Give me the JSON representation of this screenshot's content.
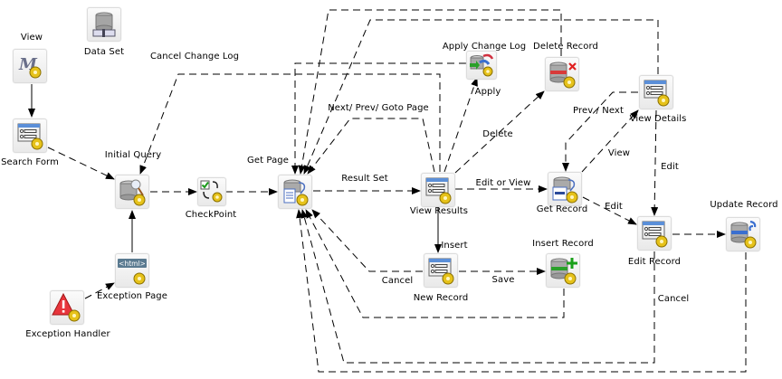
{
  "diagram": {
    "type": "page-flow",
    "nodes": [
      {
        "id": "view",
        "label": "View",
        "icon": "view-icon"
      },
      {
        "id": "data_set",
        "label": "Data Set",
        "icon": "dataset-icon"
      },
      {
        "id": "search_form",
        "label": "Search Form",
        "icon": "form-icon"
      },
      {
        "id": "initial_query",
        "label": "Initial Query",
        "icon": "query-icon"
      },
      {
        "id": "checkpoint",
        "label": "CheckPoint",
        "icon": "checkpoint-icon"
      },
      {
        "id": "get_page",
        "label": "Get Page",
        "icon": "get-page-icon"
      },
      {
        "id": "view_results",
        "label": "View Results",
        "icon": "form-icon"
      },
      {
        "id": "new_record",
        "label": "New Record",
        "icon": "form-icon"
      },
      {
        "id": "insert_record",
        "label": "Insert Record",
        "icon": "insert-record-icon"
      },
      {
        "id": "get_record",
        "label": "Get Record",
        "icon": "get-record-icon"
      },
      {
        "id": "apply_change_log",
        "label": "Apply Change Log",
        "icon": "apply-change-log-icon"
      },
      {
        "id": "delete_record",
        "label": "Delete Record",
        "icon": "delete-record-icon"
      },
      {
        "id": "view_details",
        "label": "View Details",
        "icon": "form-icon"
      },
      {
        "id": "edit_record",
        "label": "Edit Record",
        "icon": "form-icon"
      },
      {
        "id": "update_record",
        "label": "Update Record",
        "icon": "update-record-icon"
      },
      {
        "id": "exception_page",
        "label": "Exception Page",
        "icon": "html-page-icon"
      },
      {
        "id": "exception_handler",
        "label": "Exception Handler",
        "icon": "warning-icon"
      }
    ],
    "edge_labels": {
      "cancel_change_log": "Cancel Change Log",
      "next_prev_goto": "Next/ Prev/ Goto Page",
      "result_set": "Result Set",
      "apply": "Apply",
      "delete": "Delete",
      "edit_or_view": "Edit or View",
      "prev_next": "Prev / Next",
      "view": "View",
      "edit_vd": "Edit",
      "edit_gr": "Edit",
      "insert": "Insert",
      "save": "Save",
      "cancel_new": "Cancel",
      "cancel_edit": "Cancel"
    },
    "edges": [
      {
        "from": "view",
        "to": "search_form",
        "style": "solid"
      },
      {
        "from": "search_form",
        "to": "initial_query",
        "style": "dashed"
      },
      {
        "from": "exception_handler",
        "to": "exception_page",
        "style": "dashed"
      },
      {
        "from": "exception_page",
        "to": "initial_query",
        "style": "solid"
      },
      {
        "from": "initial_query",
        "to": "checkpoint",
        "style": "dashed"
      },
      {
        "from": "checkpoint",
        "to": "get_page",
        "style": "dashed"
      },
      {
        "from": "get_page",
        "to": "view_results",
        "label": "Result Set",
        "style": "dashed"
      },
      {
        "from": "view_results",
        "to": "initial_query",
        "label": "Cancel Change Log",
        "style": "dashed"
      },
      {
        "from": "view_results",
        "to": "get_page",
        "label": "Next/ Prev/ Goto Page",
        "style": "dashed"
      },
      {
        "from": "view_results",
        "to": "apply_change_log",
        "label": "Apply",
        "style": "dashed"
      },
      {
        "from": "view_results",
        "to": "delete_record",
        "label": "Delete",
        "style": "dashed"
      },
      {
        "from": "view_results",
        "to": "get_record",
        "label": "Edit or View",
        "style": "dashed"
      },
      {
        "from": "view_results",
        "to": "new_record",
        "label": "Insert",
        "style": "solid"
      },
      {
        "from": "new_record",
        "to": "insert_record",
        "label": "Save",
        "style": "dashed"
      },
      {
        "from": "new_record",
        "to": "get_page",
        "label": "Cancel",
        "style": "dashed"
      },
      {
        "from": "get_record",
        "to": "view_details",
        "label": "View",
        "style": "dashed"
      },
      {
        "from": "get_record",
        "to": "edit_record",
        "label": "Edit",
        "style": "dashed"
      },
      {
        "from": "view_details",
        "to": "get_record",
        "label": "Prev / Next",
        "style": "dashed"
      },
      {
        "from": "view_details",
        "to": "edit_record",
        "label": "Edit",
        "style": "dashed"
      },
      {
        "from": "edit_record",
        "to": "update_record",
        "style": "dashed"
      },
      {
        "from": "edit_record",
        "to": "get_page",
        "label": "Cancel",
        "style": "dashed"
      },
      {
        "from": "apply_change_log",
        "to": "get_page",
        "style": "dashed"
      },
      {
        "from": "delete_record",
        "to": "get_page",
        "style": "dashed"
      },
      {
        "from": "view_details",
        "to": "get_page",
        "style": "dashed"
      },
      {
        "from": "insert_record",
        "to": "get_page",
        "style": "dashed"
      },
      {
        "from": "update_record",
        "to": "get_page",
        "style": "dashed"
      }
    ]
  }
}
